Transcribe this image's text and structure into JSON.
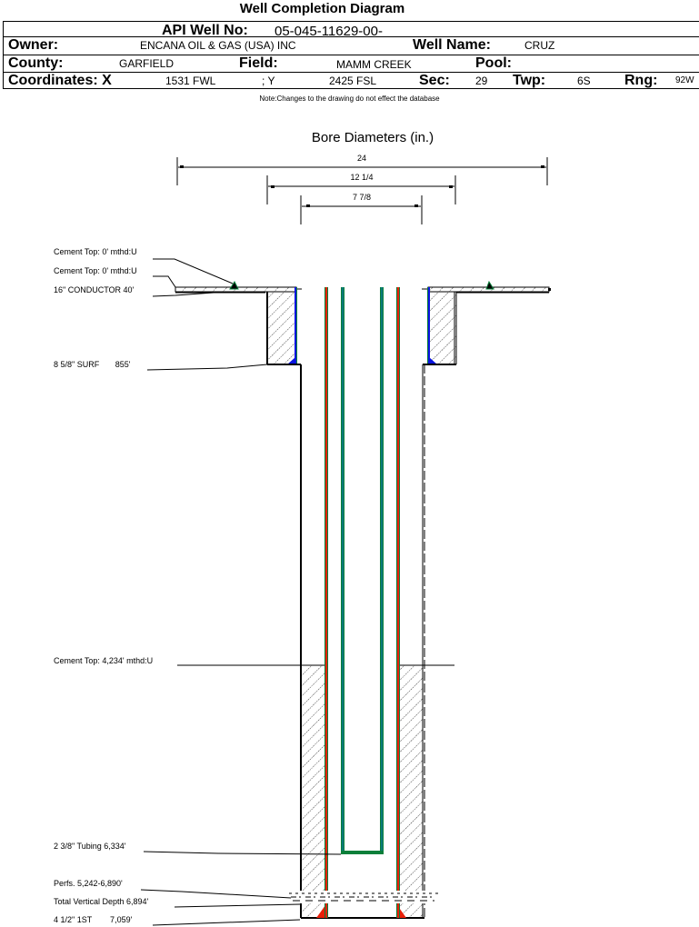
{
  "title": "Well Completion Diagram",
  "header": {
    "api_label": "API Well No:",
    "api_value": "05-045-11629-00-",
    "owner_label": "Owner:",
    "owner_value": "ENCANA OIL & GAS (USA) INC",
    "well_name_label": "Well Name:",
    "well_name_value": "CRUZ",
    "county_label": "County:",
    "county_value": "GARFIELD",
    "field_label": "Field:",
    "field_value": "MAMM CREEK",
    "pool_label": "Pool:",
    "pool_value": "",
    "coords_label": "Coordinates: X",
    "x_value": "1531 FWL",
    "y_sep": "; Y",
    "y_value": "2425 FSL",
    "sec_label": "Sec:",
    "sec_value": "29",
    "twp_label": "Twp:",
    "twp_value": "6S",
    "rng_label": "Rng:",
    "rng_value": "92W"
  },
  "note": "Note:Changes to the drawing do not effect the database",
  "bore": {
    "title": "Bore Diameters (in.)",
    "diameters": [
      "24",
      "12 1/4",
      "7 7/8"
    ]
  },
  "annotations": {
    "cement_top_1": "Cement Top: 0' mthd:U",
    "cement_top_2": "Cement Top: 0' mthd:U",
    "conductor": "16\" CONDUCTOR  40'",
    "surface_casing": "8 5/8\" SURF       855'",
    "cement_top_3": "Cement Top: 4,234' mthd:U",
    "tubing": "2 3/8\" Tubing 6,334'",
    "perfs": "Perfs. 5,242-6,890'",
    "tvd": "Total Vertical Depth 6,894'",
    "production_casing": "4 1/2\" 1ST        7,059'"
  },
  "colors": {
    "casing_red": "#e8200a",
    "tubing_green": "#0a7f3a",
    "cement_blue": "#0a14e0",
    "outline": "#000000"
  }
}
